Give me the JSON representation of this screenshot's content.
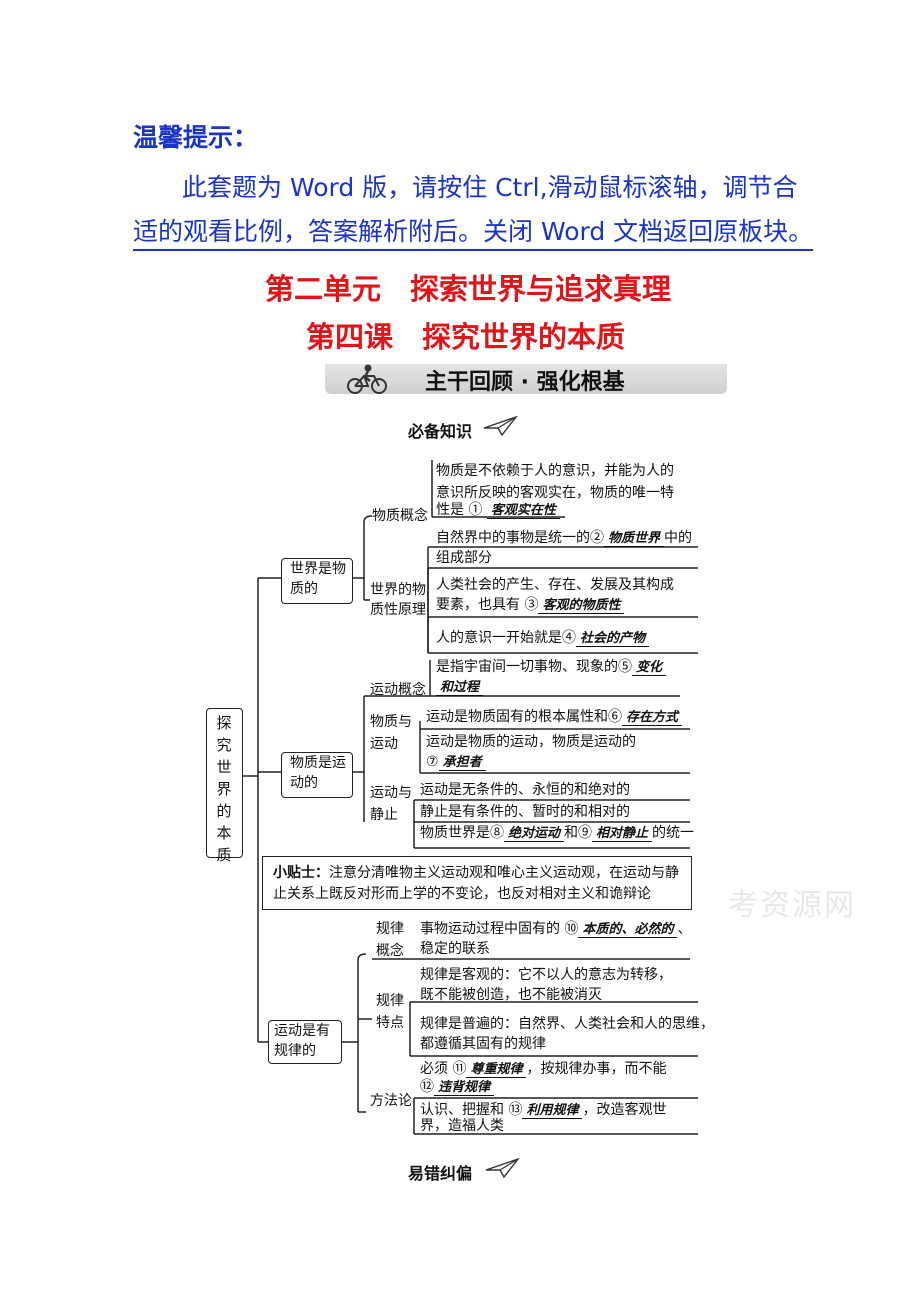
{
  "tip": {
    "heading": "温馨提示：",
    "line1": "此套题为 Word 版，请按住 Ctrl,滑动鼠标滚轴，调节合",
    "line2": "适的观看比例，答案解析附后。关闭 Word 文档返回原板块。"
  },
  "unit_title": "第二单元　探索世界与追求真理",
  "lesson_title": "第四课　探究世界的本质",
  "banner": "主干回顾 · 强化根基",
  "section_required": "必备知识",
  "section_errors": "易错纠偏",
  "root": "探究世界的本质",
  "branches": {
    "matter": {
      "label": "世界是物质的",
      "concept_label": "物质概念",
      "concept_text": [
        "物质是不依赖于人的意识，并能为人的",
        "意识所反映的客观实在，物质的唯一特",
        "性是 ①"
      ],
      "fill1": "客观实在性",
      "principle_label": "世界的物质性原理",
      "p1_text": "自然界中的事物是统一的②",
      "fill2": "物质世界",
      "p1_tail": "中的",
      "p1_line2": "组成部分",
      "p2_line1": "人类社会的产生、存在、发展及其构成",
      "p2_line2": "要素，也具有 ③",
      "fill3": "客观的物质性",
      "p3_text": "人的意识一开始就是④",
      "fill4": "社会的产物"
    },
    "motion": {
      "label": "物质是运动的",
      "concept_label": "运动概念",
      "concept_text": "是指宇宙间一切事物、现象的⑤",
      "fill5a": "变化",
      "fill5b": "和过程",
      "relation_label": "物质与运动",
      "r1_text": "运动是物质固有的根本属性和⑥",
      "fill6": "存在方式",
      "r2_text": "运动是物质的运动，物质是运动的",
      "r2_prefix": "⑦",
      "fill7": "承担者",
      "rest_label": "运动与静止",
      "s1": "运动是无条件的、永恒的和绝对的",
      "s2": "静止是有条件的、暂时的和相对的",
      "s3_a": "物质世界是⑧",
      "fill8": "绝对运动",
      "s3_b": "和⑨",
      "fill9": "相对静止",
      "s3_c": "的统一"
    },
    "law": {
      "label": "运动是有规律的",
      "concept_label": "规律概念",
      "concept_text": "事物运动过程中固有的 ⑩",
      "fill10": "本质的、必然的",
      "concept_tail": "、",
      "concept_line2": "稳定的联系",
      "feature_label": "规律特点",
      "f1_line1": "规律是客观的：它不以人的意志为转移，",
      "f1_line2": "既不能被创造，也不能被消灭",
      "f2_line1": "规律是普遍的：自然界、人类社会和人的思维，",
      "f2_line2": "都遵循其固有的规律",
      "method_label": "方法论",
      "m1_a": "必须 ⑪",
      "fill11": "尊重规律",
      "m1_b": "，按规律办事，而不能",
      "m1_c": "⑫",
      "fill12": "违背规律",
      "m2_a": "认识、把握和 ⑬",
      "fill13": "利用规律",
      "m2_b": "，改造客观世",
      "m2_c": "界，造福人类"
    }
  },
  "note": {
    "label": "小贴士：",
    "text": "注意分清唯物主义运动观和唯心主义运动观，在运动与静止关系上既反对形而上学的不变论，也反对相对主义和诡辩论"
  },
  "watermark": "考资源网"
}
